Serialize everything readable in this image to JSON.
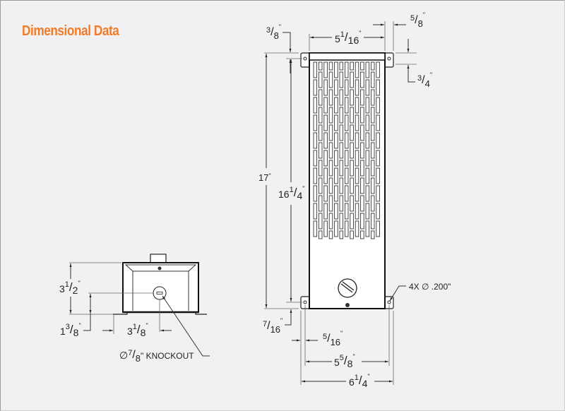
{
  "title": "Dimensional Data",
  "dimensions": {
    "top_tab_offset": {
      "whole": "",
      "num": "3",
      "den": "8",
      "unit": "\""
    },
    "body_width": {
      "whole": "5",
      "num": "1",
      "den": "16",
      "unit": "\""
    },
    "tab_width": {
      "whole": "",
      "num": "5",
      "den": "8",
      "unit": "\""
    },
    "tab_height": {
      "whole": "",
      "num": "3",
      "den": "4",
      "unit": "\""
    },
    "overall_height": {
      "whole": "17",
      "num": "",
      "den": "",
      "unit": "\""
    },
    "hole_spacing_vertical": {
      "whole": "16",
      "num": "1",
      "den": "4",
      "unit": "\""
    },
    "bottom_hole_offset": {
      "whole": "",
      "num": "7",
      "den": "16",
      "unit": "\""
    },
    "side_hole_offset": {
      "whole": "",
      "num": "5",
      "den": "16",
      "unit": "\""
    },
    "hole_spacing_horizontal": {
      "whole": "5",
      "num": "5",
      "den": "8",
      "unit": "\""
    },
    "overall_width": {
      "whole": "6",
      "num": "1",
      "den": "4",
      "unit": "\""
    },
    "mounting_holes": "4X ∅ .200\"",
    "depth": {
      "whole": "3",
      "num": "1",
      "den": "2",
      "unit": "\""
    },
    "knockout_height": {
      "whole": "1",
      "num": "3",
      "den": "8",
      "unit": "\""
    },
    "knockout_offset": {
      "whole": "3",
      "num": "1",
      "den": "8",
      "unit": "\""
    },
    "knockout": {
      "prefix": "∅",
      "num": "7",
      "den": "8",
      "suffix": "\" KNOCKOUT"
    }
  }
}
